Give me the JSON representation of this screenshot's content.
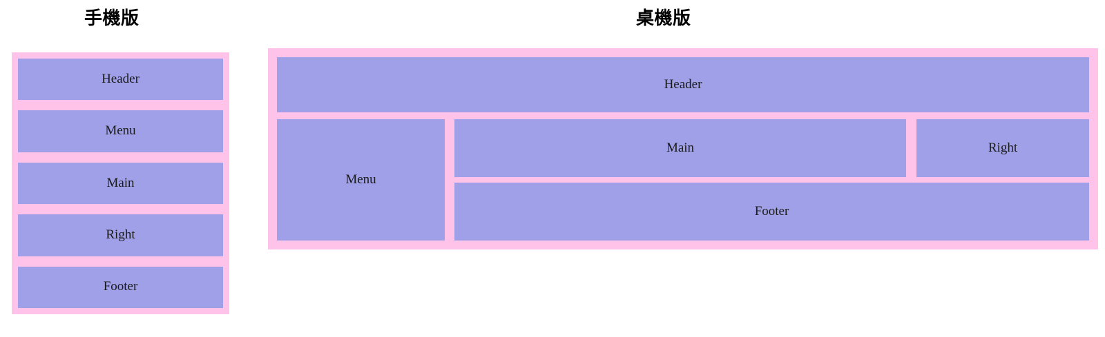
{
  "page": {
    "background_color": "#ffffff",
    "frame_color": "#ffc2e8",
    "panel_color": "#a0a0e8",
    "text_color": "#1a1a1a"
  },
  "mobile": {
    "heading": "手機版",
    "panels": [
      {
        "label": "Header"
      },
      {
        "label": "Menu"
      },
      {
        "label": "Main"
      },
      {
        "label": "Right"
      },
      {
        "label": "Footer"
      }
    ]
  },
  "desktop": {
    "heading": "桌機版",
    "header": {
      "label": "Header"
    },
    "menu": {
      "label": "Menu"
    },
    "main": {
      "label": "Main"
    },
    "right": {
      "label": "Right"
    },
    "footer": {
      "label": "Footer"
    }
  }
}
